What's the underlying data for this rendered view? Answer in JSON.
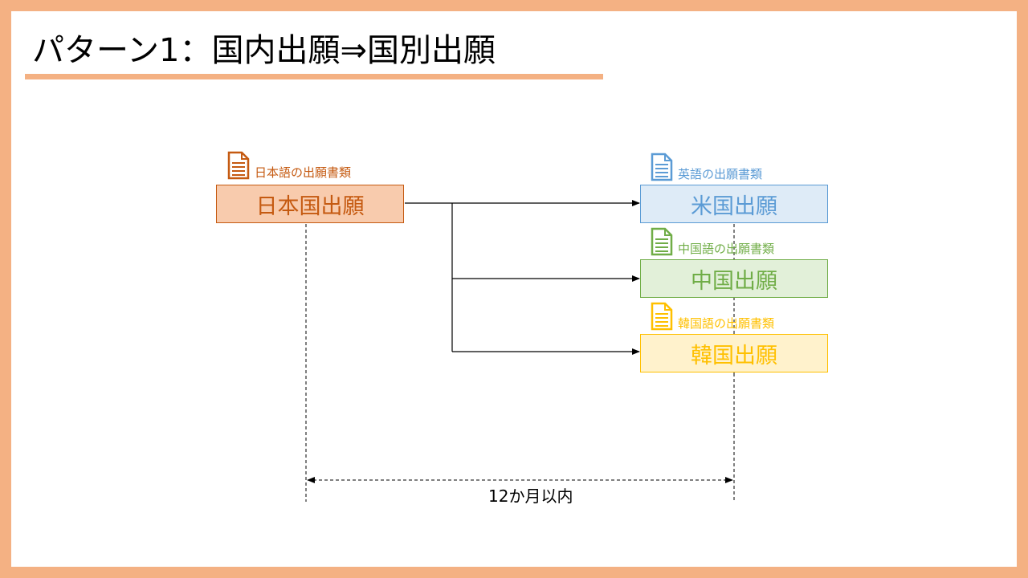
{
  "title": "パターン1：国内出願⇒国別出願",
  "colors": {
    "frame": "#f4b183",
    "jp": "#c55a11",
    "us": "#5b9bd5",
    "cn": "#70ad47",
    "kr": "#ffc000"
  },
  "source": {
    "doc_label": "日本語の出願書類",
    "box_label": "日本国出願",
    "icon": "document-icon"
  },
  "targets": [
    {
      "doc_label": "英語の出願書類",
      "box_label": "米国出願",
      "icon": "document-icon"
    },
    {
      "doc_label": "中国語の出願書類",
      "box_label": "中国出願",
      "icon": "document-icon"
    },
    {
      "doc_label": "韓国語の出願書類",
      "box_label": "韓国出願",
      "icon": "document-icon"
    }
  ],
  "period_label": "12か月以内"
}
